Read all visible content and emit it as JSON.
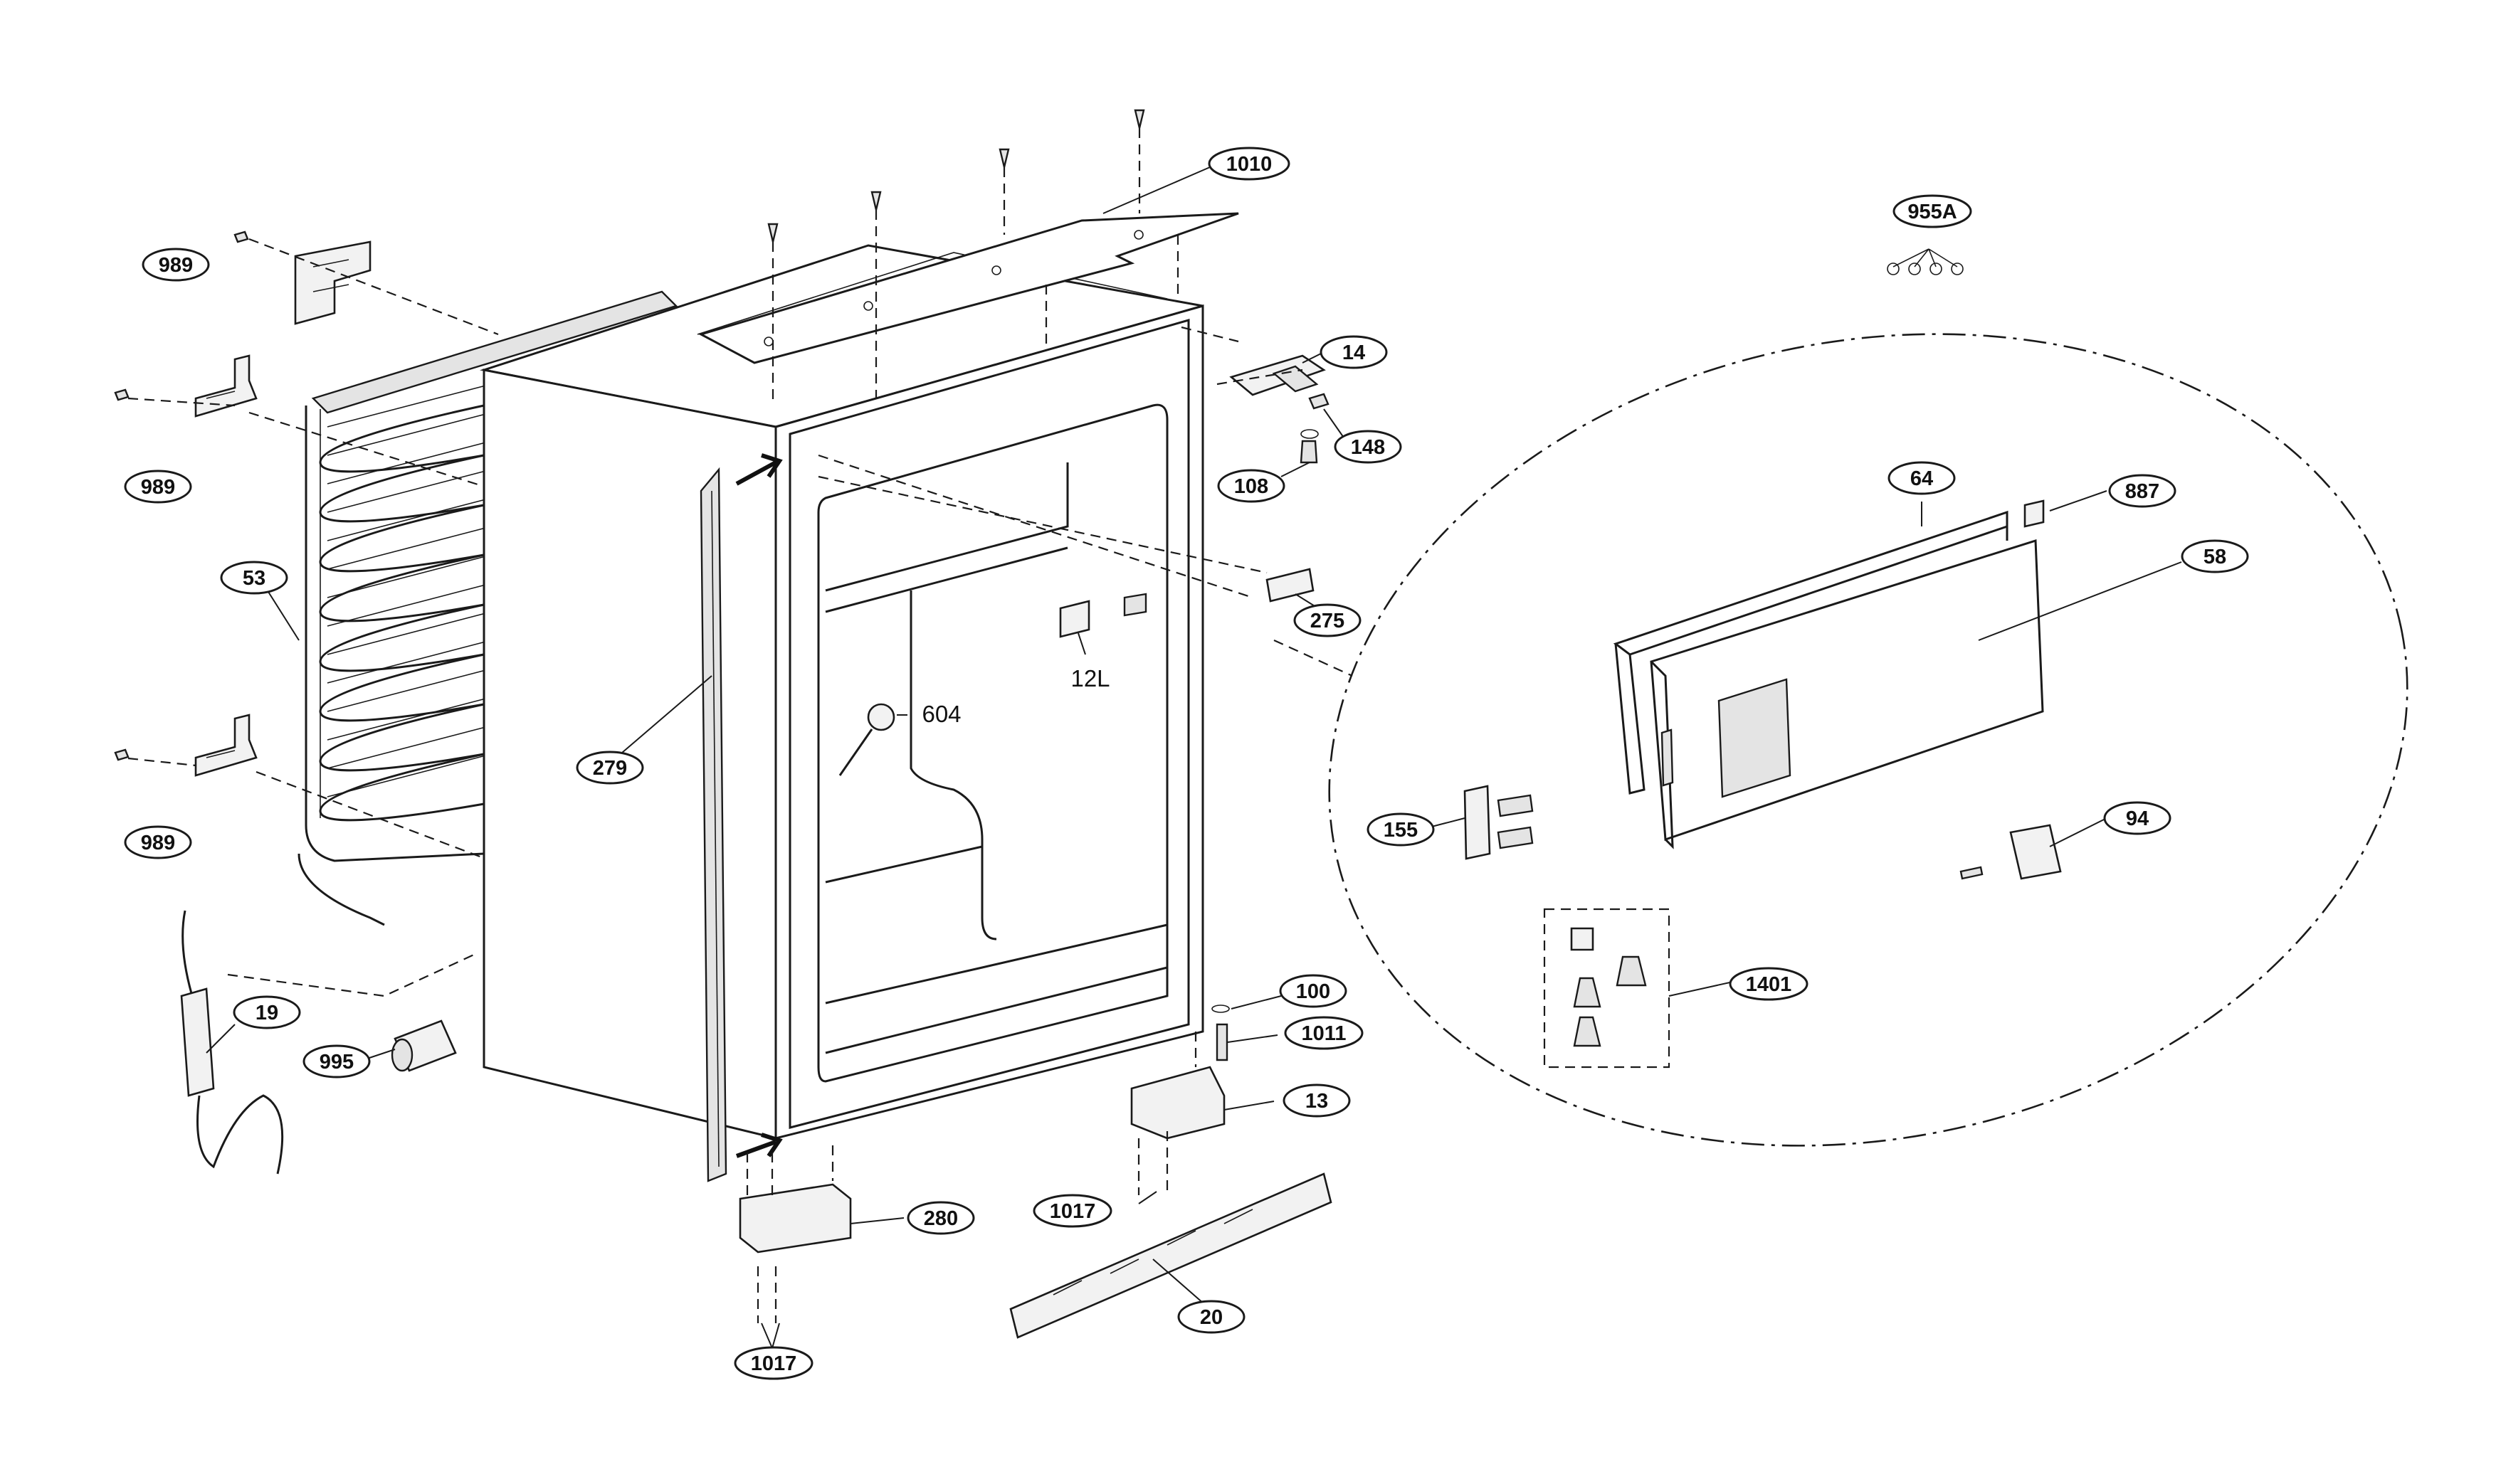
{
  "diagram": {
    "callouts": [
      {
        "id": "c1010",
        "label": "1010"
      },
      {
        "id": "c955A",
        "label": "955A"
      },
      {
        "id": "c989a",
        "label": "989"
      },
      {
        "id": "c989b",
        "label": "989"
      },
      {
        "id": "c989c",
        "label": "989"
      },
      {
        "id": "c53",
        "label": "53"
      },
      {
        "id": "c14",
        "label": "14"
      },
      {
        "id": "c148",
        "label": "148"
      },
      {
        "id": "c108",
        "label": "108"
      },
      {
        "id": "c275",
        "label": "275"
      },
      {
        "id": "c279",
        "label": "279"
      },
      {
        "id": "c64",
        "label": "64"
      },
      {
        "id": "c887",
        "label": "887"
      },
      {
        "id": "c58",
        "label": "58"
      },
      {
        "id": "c155",
        "label": "155"
      },
      {
        "id": "c94",
        "label": "94"
      },
      {
        "id": "c1401",
        "label": "1401"
      },
      {
        "id": "c19",
        "label": "19"
      },
      {
        "id": "c995",
        "label": "995"
      },
      {
        "id": "c100",
        "label": "100"
      },
      {
        "id": "c1011",
        "label": "1011"
      },
      {
        "id": "c13",
        "label": "13"
      },
      {
        "id": "c1017a",
        "label": "1017"
      },
      {
        "id": "c280",
        "label": "280"
      },
      {
        "id": "c20",
        "label": "20"
      },
      {
        "id": "c1017b",
        "label": "1017"
      }
    ],
    "labels": [
      {
        "id": "l604",
        "label": "604"
      },
      {
        "id": "l12L",
        "label": "12L"
      }
    ]
  }
}
